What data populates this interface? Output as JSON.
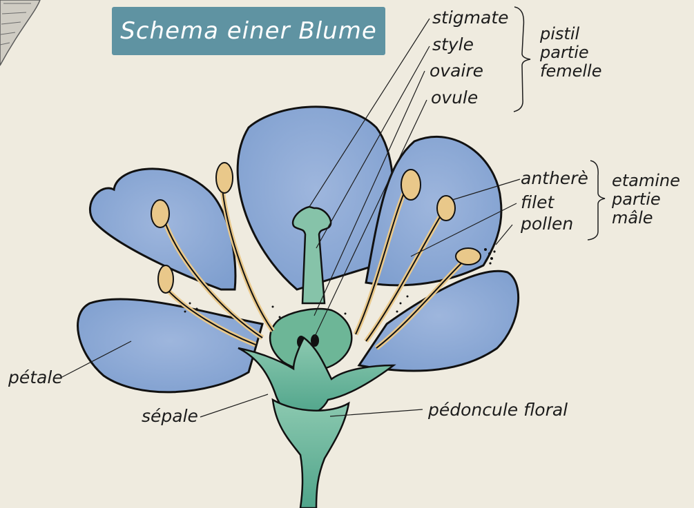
{
  "title": "Schema einer Blume",
  "labels": {
    "stigmate": "stigmate",
    "style": "style",
    "ovaire": "ovaire",
    "ovule": "ovule",
    "anthere": "antherè",
    "filet": "filet",
    "pollen": "pollen",
    "petale": "pétale",
    "sepale": "sépale",
    "pedoncule": "pédoncule floral"
  },
  "groups": {
    "pistil": [
      "pistil",
      "partie",
      "femelle"
    ],
    "etamine": [
      "etamine",
      "partie",
      "mâle"
    ]
  },
  "colors": {
    "background": "#efebdf",
    "title_bg": "#5f93a2",
    "petal": "#8fa9d4",
    "sepal": "#5fae94",
    "stamen": "#e9c88a",
    "ink": "#1c1c1c"
  }
}
